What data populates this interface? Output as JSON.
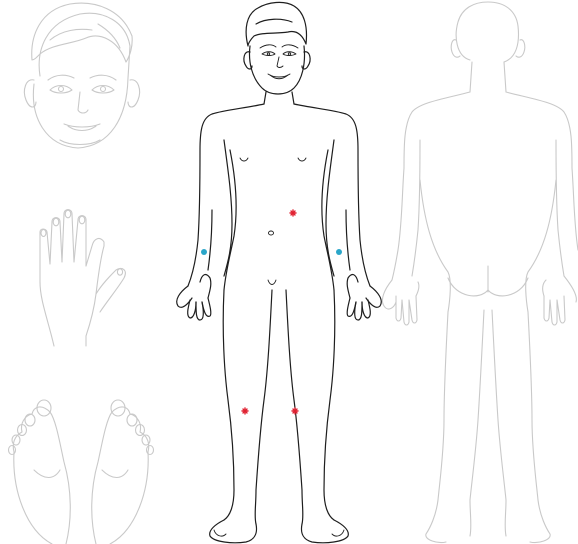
{
  "figure": {
    "views": [
      {
        "id": "face",
        "style": "reference"
      },
      {
        "id": "hand",
        "style": "reference"
      },
      {
        "id": "feet",
        "style": "reference"
      },
      {
        "id": "front",
        "style": "active"
      },
      {
        "id": "back",
        "style": "reference"
      }
    ],
    "marker_colors": {
      "blue": "#2aa6c9",
      "red": "#e02030"
    },
    "markers": [
      {
        "id": "wrist-right",
        "shape": "dot",
        "color": "blue"
      },
      {
        "id": "wrist-left",
        "shape": "dot",
        "color": "blue"
      },
      {
        "id": "abdomen-left",
        "shape": "asterisk",
        "color": "red"
      },
      {
        "id": "knee-right",
        "shape": "asterisk",
        "color": "red"
      },
      {
        "id": "knee-left",
        "shape": "asterisk",
        "color": "red"
      }
    ],
    "outline_colors": {
      "active": "#1e1e1e",
      "reference": "#c9c9c9"
    }
  }
}
